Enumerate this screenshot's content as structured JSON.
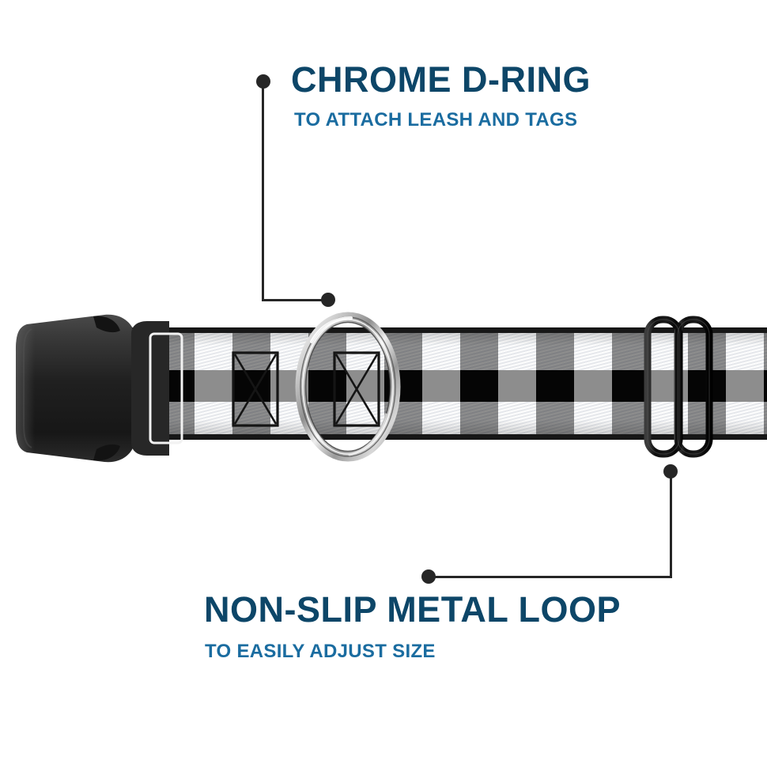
{
  "background_color": "#ffffff",
  "theme": {
    "title_color": "#0d4668",
    "subtitle_color": "#1a6ca0",
    "leader_color": "#262626"
  },
  "callouts": [
    {
      "id": "chrome-d-ring",
      "title": "CHROME D-RING",
      "subtitle": "TO ATTACH LEASH AND TAGS",
      "position": "top",
      "points_to": "d-ring"
    },
    {
      "id": "non-slip-metal-loop",
      "title": "NON-SLIP METAL LOOP",
      "subtitle": "TO EASILY ADJUST SIZE",
      "position": "bottom",
      "points_to": "tri-glide-slider"
    }
  ],
  "product": {
    "type": "dog collar",
    "pattern": "buffalo plaid",
    "pattern_colors": [
      "#fdfdfd",
      "#8d8d8d",
      "#050505"
    ],
    "parts": [
      {
        "name": "side-release-buckle",
        "material": "black plastic"
      },
      {
        "name": "d-ring",
        "material": "chrome metal"
      },
      {
        "name": "tri-glide-slider",
        "material": "black coated metal"
      },
      {
        "name": "box-x-stitching",
        "count": 2
      }
    ]
  }
}
